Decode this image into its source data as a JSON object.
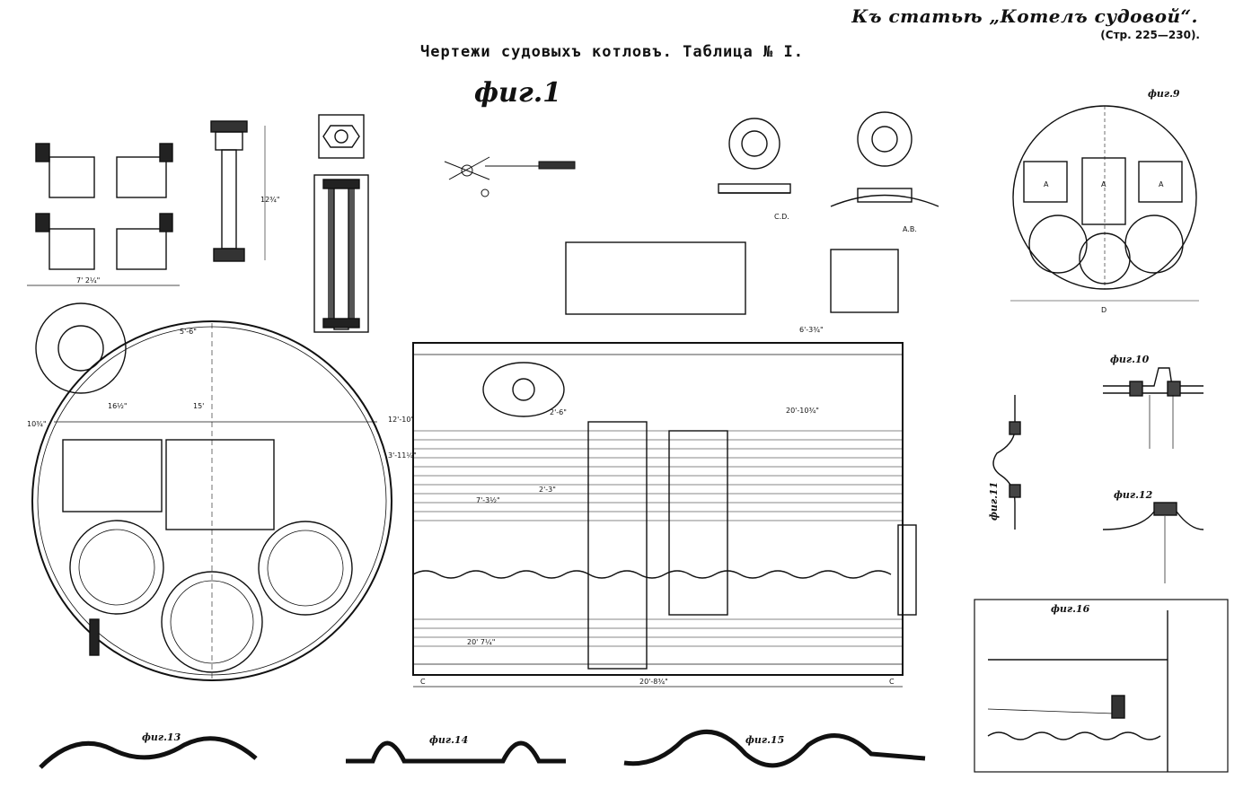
{
  "header": {
    "reference": "Къ статьѣ „Котелъ судовой“.",
    "pages": "(Стр. 225—230)."
  },
  "plate_title": "Чертежи судовыхъ котловъ. Таблица № I.",
  "figures": {
    "fig1": "фиг.1",
    "fig9": "фиг.9",
    "fig10": "фиг.10",
    "fig11": "фиг.11",
    "fig12": "фиг.12",
    "fig13": "фиг.13",
    "fig14": "фиг.14",
    "fig15": "фиг.15",
    "fig16": "фиг.16"
  },
  "fig9_labels": {
    "a1": "A",
    "a2": "A",
    "a3": "A",
    "d": "D"
  },
  "section_labels": {
    "cd": "C.D.",
    "ab": "A.B.",
    "c_left": "C",
    "c_right": "C"
  },
  "dimensions": {
    "d1": "7' 2¼\"",
    "d2": "20'-10¾\"",
    "d3": "20'-8¾\"",
    "d4": "20' 7¼\"",
    "d5": "7'-3½\"",
    "d6": "2'-6\"",
    "d7": "12'-10\"",
    "d8": "3'-11¼\"",
    "d9": "6'-3¾\"",
    "d10": "5'-6\"",
    "d11": "2'-3\"",
    "d12": "15'",
    "d13": "16½\"",
    "d14": "10¾\"",
    "d15": "12¾\""
  }
}
